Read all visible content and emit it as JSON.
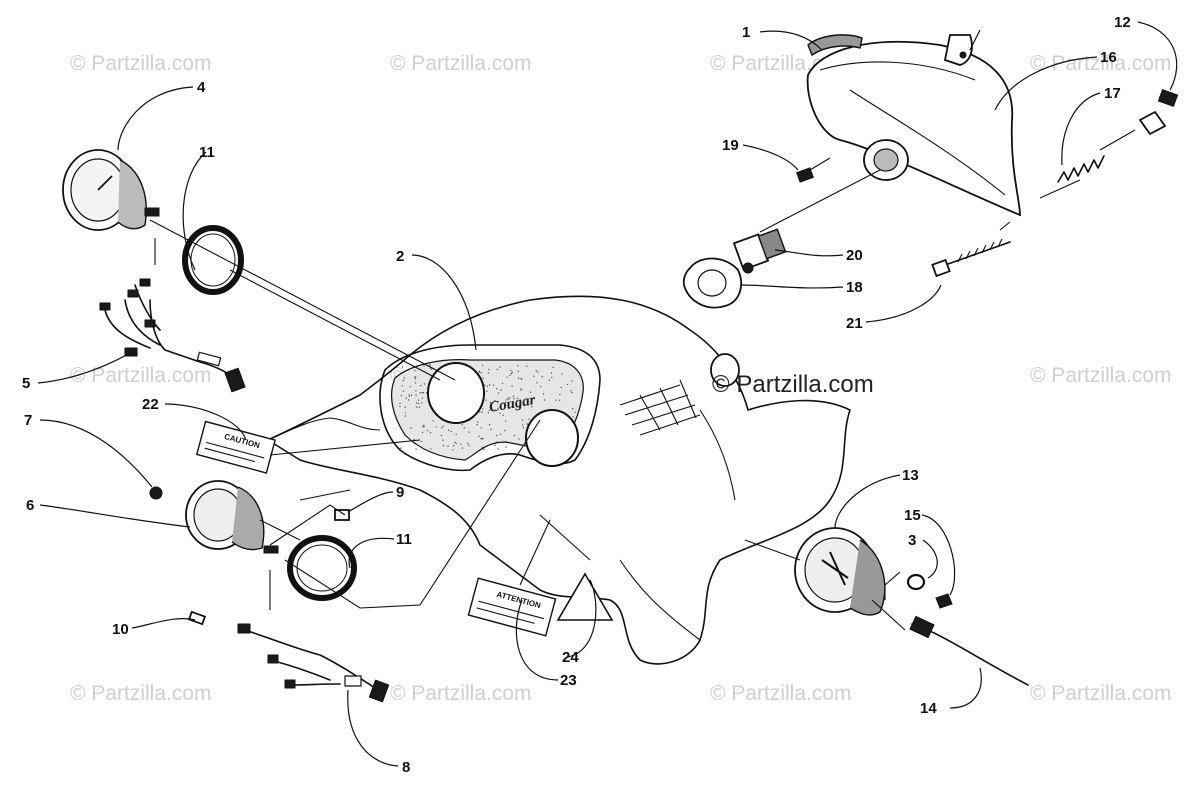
{
  "diagram": {
    "watermark": "© Partzilla.com",
    "center_watermark": "© Partzilla.com",
    "callouts": [
      {
        "id": "c1",
        "label": "1"
      },
      {
        "id": "c2",
        "label": "2"
      },
      {
        "id": "c3",
        "label": "3"
      },
      {
        "id": "c4",
        "label": "4"
      },
      {
        "id": "c5",
        "label": "5"
      },
      {
        "id": "c6",
        "label": "6"
      },
      {
        "id": "c7",
        "label": "7"
      },
      {
        "id": "c8",
        "label": "8"
      },
      {
        "id": "c9",
        "label": "9"
      },
      {
        "id": "c10",
        "label": "10"
      },
      {
        "id": "c11a",
        "label": "11"
      },
      {
        "id": "c11b",
        "label": "11"
      },
      {
        "id": "c12",
        "label": "12"
      },
      {
        "id": "c13",
        "label": "13"
      },
      {
        "id": "c14",
        "label": "14"
      },
      {
        "id": "c15",
        "label": "15"
      },
      {
        "id": "c16",
        "label": "16"
      },
      {
        "id": "c17",
        "label": "17"
      },
      {
        "id": "c18",
        "label": "18"
      },
      {
        "id": "c19",
        "label": "19"
      },
      {
        "id": "c20",
        "label": "20"
      },
      {
        "id": "c21",
        "label": "21"
      },
      {
        "id": "c22",
        "label": "22"
      },
      {
        "id": "c23",
        "label": "23"
      },
      {
        "id": "c24",
        "label": "24"
      }
    ],
    "decals": {
      "caution": "CAUTION",
      "attention": "ATTENTION",
      "logo": "Cougar"
    }
  }
}
